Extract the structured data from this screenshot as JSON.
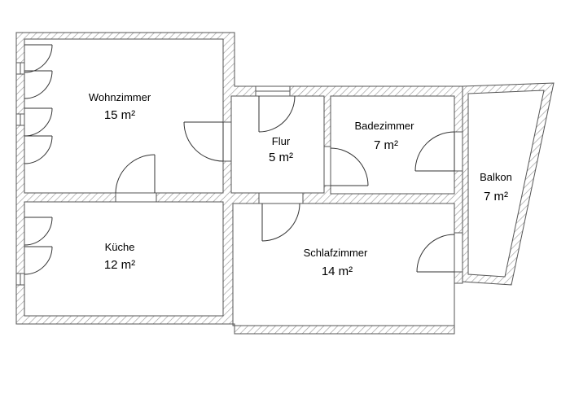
{
  "rooms": {
    "wohnzimmer": {
      "name": "Wohnzimmer",
      "area": "15 m²"
    },
    "flur": {
      "name": "Flur",
      "area": "5 m²"
    },
    "badezimmer": {
      "name": "Badezimmer",
      "area": "7 m²"
    },
    "balkon": {
      "name": "Balkon",
      "area": "7 m²"
    },
    "kueche": {
      "name": "Küche",
      "area": "12 m²"
    },
    "schlafzimmer": {
      "name": "Schlafzimmer",
      "area": "14 m²"
    }
  },
  "colors": {
    "wall_line": "#555555",
    "wall_hatch": "#9a9a9a",
    "door_line": "#333333",
    "background": "#ffffff"
  }
}
